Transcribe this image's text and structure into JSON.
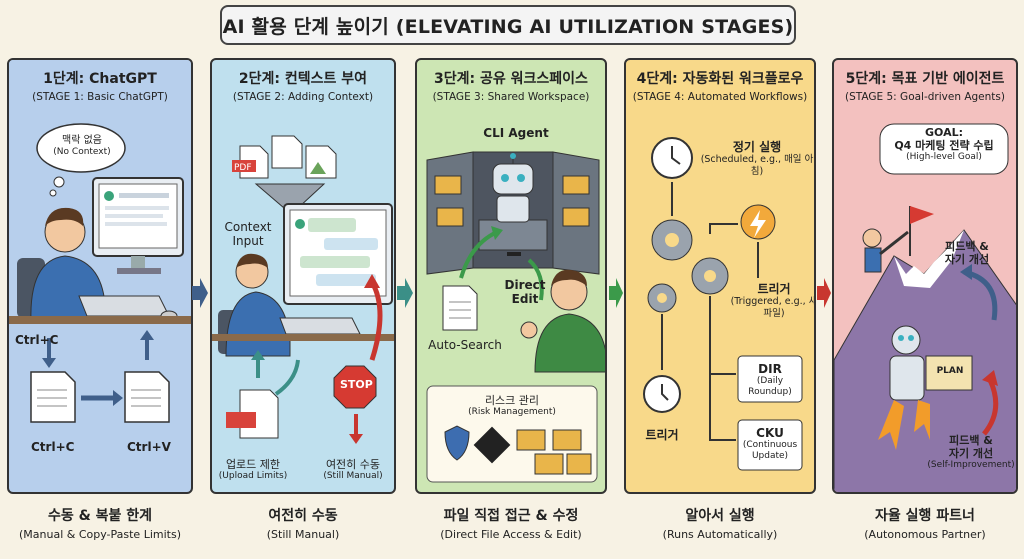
{
  "title": "AI 활용 단계 높이기 (ELEVATING AI UTILIZATION STAGES)",
  "colors": {
    "stage1": "#b7cfec",
    "stage2": "#bfe0ee",
    "stage3": "#cde6b4",
    "stage4": "#f8d98a",
    "stage5": "#f3c1bf",
    "arrow": "#3f5f8a"
  },
  "stages": [
    {
      "ko": "1단계: ChatGPT",
      "en": "(STAGE 1: Basic ChatGPT)",
      "cap_ko": "수동 & 복붙 한계",
      "cap_en": "(Manual & Copy-Paste Limits)",
      "bubble": "맥락 없음",
      "bubble_en": "(No Context)",
      "copy1": "Ctrl+C",
      "copy2": "Ctrl+C",
      "paste": "Ctrl+V"
    },
    {
      "ko": "2단계: 컨텍스트 부여",
      "en": "(STAGE 2: Adding Context)",
      "cap_ko": "여전히 수동",
      "cap_en": "(Still Manual)",
      "context": "Context Input",
      "pdf": "PDF",
      "stop": "STOP",
      "upload": "업로드 제한",
      "upload_en": "(Upload Limits)",
      "still": "여전히 수동",
      "still_en": "(Still Manual)"
    },
    {
      "ko": "3단계: 공유 워크스페이스",
      "en": "(STAGE 3: Shared Workspace)",
      "cap_ko": "파일 직접 접근 & 수정",
      "cap_en": "(Direct File Access & Edit)",
      "agent": "CLI Agent",
      "direct": "Direct Edit",
      "auto": "Auto-Search",
      "risk": "리스크 관리",
      "risk_en": "(Risk Management)"
    },
    {
      "ko": "4단계: 자동화된 워크플로우",
      "en": "(STAGE 4: Automated Workflows)",
      "cap_ko": "알아서 실행",
      "cap_en": "(Runs Automatically)",
      "sched": "정기 실행",
      "sched_en": "(Scheduled, e.g., 매일 아침)",
      "trig": "트리거",
      "trig_en": "(Triggered, e.g., 새 파일)",
      "dir": "DIR",
      "dir_en": "(Daily Roundup)",
      "cku": "CKU",
      "cku_en": "(Continuous Update)",
      "trig2": "트리거"
    },
    {
      "ko": "5단계: 목표 기반 에이전트",
      "en": "(STAGE 5: Goal-driven Agents)",
      "cap_ko": "자율 실행 파트너",
      "cap_en": "(Autonomous Partner)",
      "goal1": "GOAL:",
      "goal2": "Q4 마케팅 전략 수립",
      "goal3": "(High-level Goal)",
      "fb1": "피드백 &",
      "fb1b": "자기 개선",
      "fb2": "피드백 &",
      "fb2b": "자기 개선",
      "fb2_en": "(Self-Improvement)",
      "plan": "PLAN"
    }
  ]
}
